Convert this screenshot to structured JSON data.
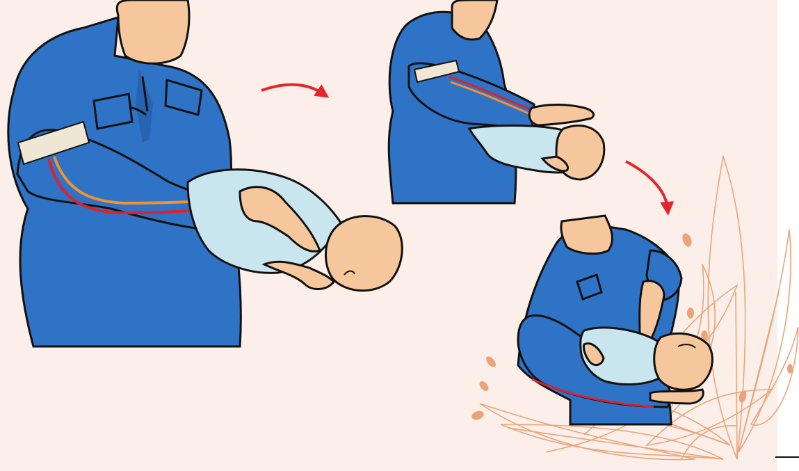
{
  "background_color": "#fcefe9",
  "right_strip_color": "#ffffff",
  "colors": {
    "uniform_blue": "#2f73c6",
    "uniform_dark": "#1d4f94",
    "skin": "#f6c79c",
    "skin_shadow": "#e4a977",
    "infant_clothes": "#c9e6ee",
    "reflective_band": "#efe7d3",
    "stripe_orange": "#f2922d",
    "stripe_red": "#d9232e",
    "arrow_red": "#e3262b",
    "floral_outline": "#e9a47a",
    "outline": "#111111"
  },
  "steps": [
    {
      "id": "step-1",
      "icon": "rescuer-holding-infant-face-down"
    },
    {
      "id": "step-2",
      "icon": "rescuer-back-blows-infant"
    },
    {
      "id": "step-3",
      "icon": "rescuer-chest-thrusts-infant"
    }
  ],
  "arrows": [
    {
      "id": "arrow-1-to-2",
      "icon": "curved-arrow-right"
    },
    {
      "id": "arrow-2-to-3",
      "icon": "curved-arrow-down"
    }
  ],
  "decoration": {
    "icon": "lily-flower-outline"
  }
}
